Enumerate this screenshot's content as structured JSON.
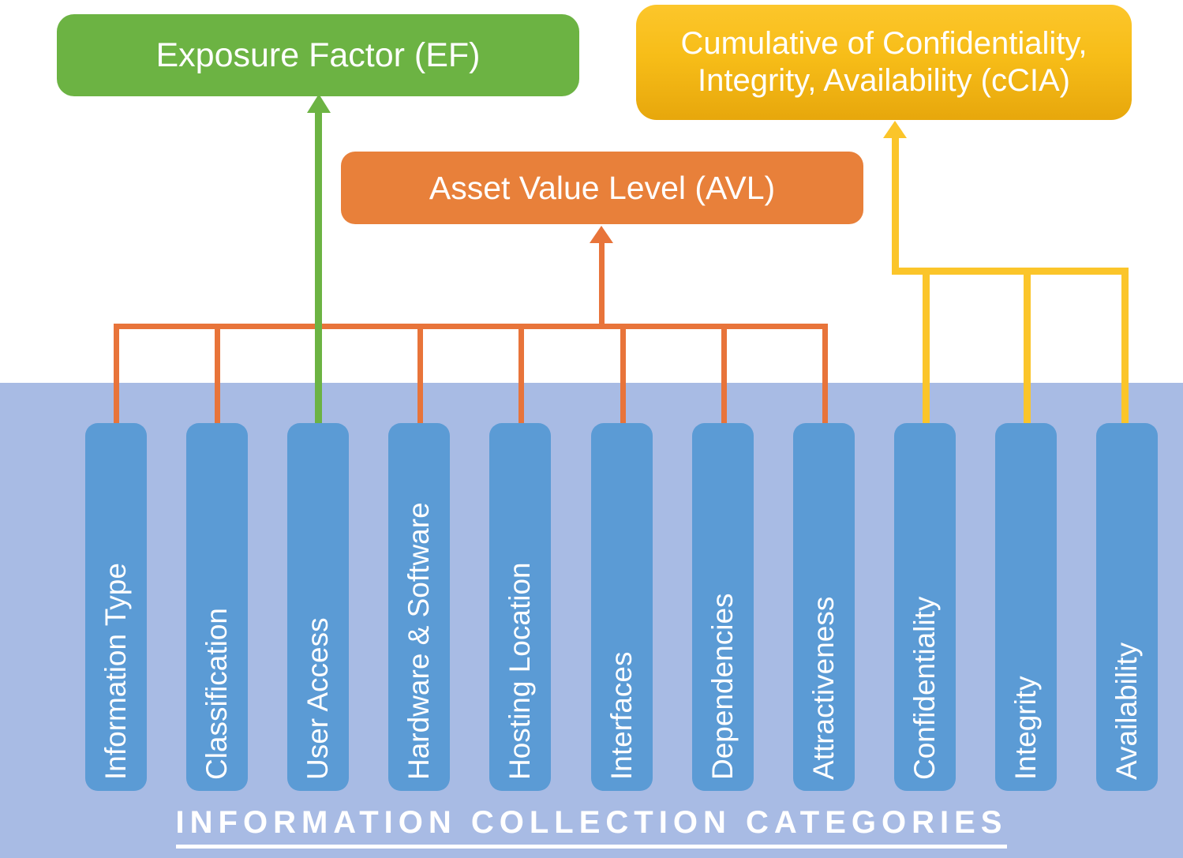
{
  "diagram": {
    "title_boxes": [
      {
        "id": "ef",
        "label": "Exposure Factor (EF)",
        "color": "#6CB343"
      },
      {
        "id": "ccia",
        "label": "Cumulative of Confidentiality, Integrity, Availability (cCIA)",
        "line1": "Cumulative of Confidentiality,",
        "line2": "Integrity, Availability (cCIA)",
        "color": "#FBC52A"
      },
      {
        "id": "avl",
        "label": "Asset Value Level (AVL)",
        "color": "#E8803A"
      }
    ],
    "footer_caption": "INFORMATION COLLECTION CATEGORIES",
    "band_color": "#A8BBE4",
    "bar_color": "#5B9BD5",
    "categories": [
      {
        "label": "Information Type",
        "connector": "orange"
      },
      {
        "label": "Classification",
        "connector": "orange"
      },
      {
        "label": "User Access",
        "connector": "green"
      },
      {
        "label": "Hardware & Software",
        "connector": "orange"
      },
      {
        "label": "Hosting Location",
        "connector": "orange"
      },
      {
        "label": "Interfaces",
        "connector": "orange"
      },
      {
        "label": "Dependencies",
        "connector": "orange"
      },
      {
        "label": "Attractiveness",
        "connector": "orange"
      },
      {
        "label": "Confidentiality",
        "connector": "yellow"
      },
      {
        "label": "Integrity",
        "connector": "yellow"
      },
      {
        "label": "Availability",
        "connector": "yellow"
      }
    ],
    "connector_colors": {
      "orange": "#E8743A",
      "yellow": "#FBC52A",
      "green": "#6CB343"
    }
  }
}
